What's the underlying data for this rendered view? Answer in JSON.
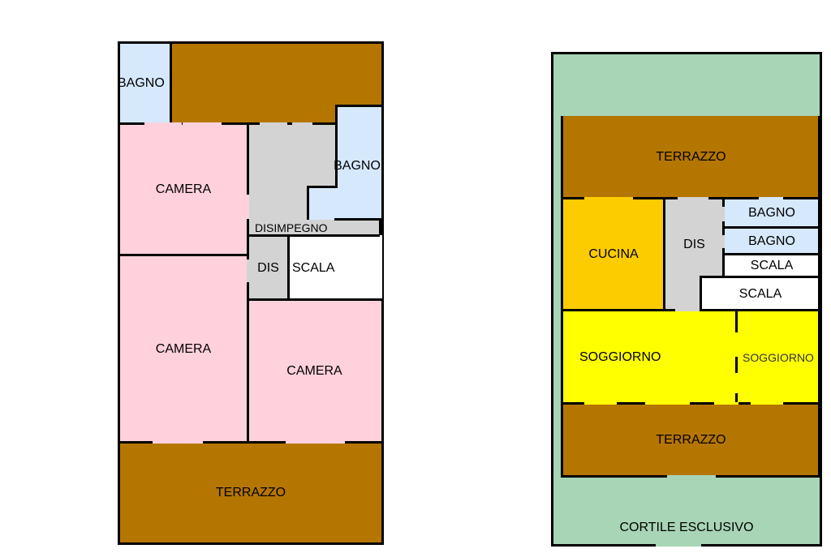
{
  "colors": {
    "terrace": "#b57600",
    "bedroom": "#ffd1dc",
    "bathroom": "#d6e8fc",
    "hall": "#d3d3d3",
    "stairs": "#ffffff",
    "kitchen": "#fccc00",
    "living": "#ffff00",
    "courtyard": "#a8d5b5",
    "wall": "#000000"
  },
  "upper_floor": {
    "bagno_top_left": "BAGNO",
    "bagno_right": "BAGNO",
    "camera_top": "CAMERA",
    "camera_mid_left": "CAMERA",
    "camera_mid_right": "CAMERA",
    "disimpegno": "DISIMPEGNO",
    "dis": "DIS",
    "scala": "SCALA",
    "terrazzo": "TERRAZZO"
  },
  "ground_floor": {
    "terrazzo_top": "TERRAZZO",
    "cucina": "CUCINA",
    "dis": "DIS",
    "bagno_1": "BAGNO",
    "bagno_2": "BAGNO",
    "scala_1": "SCALA",
    "scala_2": "SCALA",
    "soggiorno_left": "SOGGIORNO",
    "soggiorno_right": "SOGGIORNO",
    "terrazzo_bottom": "TERRAZZO",
    "cortile": "CORTILE ESCLUSIVO"
  }
}
